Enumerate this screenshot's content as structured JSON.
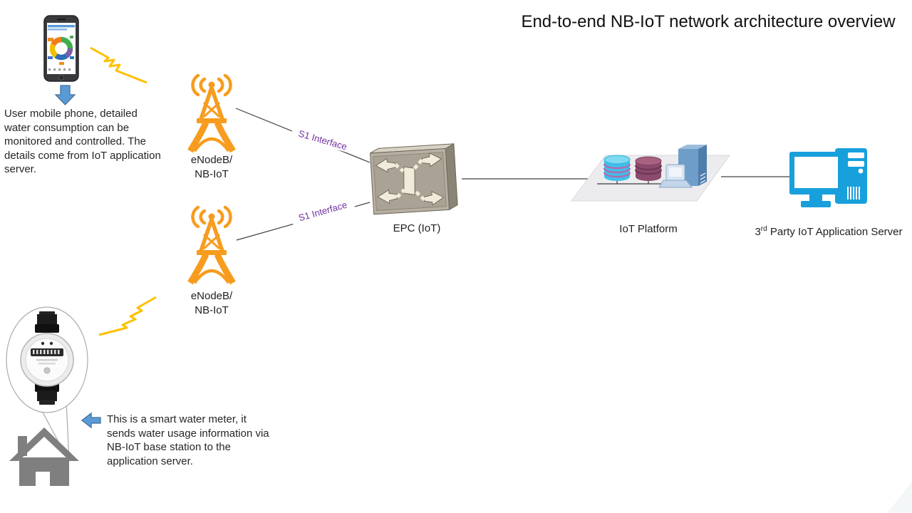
{
  "title": "End-to-end NB-IoT network architecture overview",
  "labels": {
    "tower_top_line1": "eNodeB/",
    "tower_top_line2": "NB-IoT",
    "tower_bottom_line1": "eNodeB/",
    "tower_bottom_line2": "NB-IoT",
    "epc": "EPC (IoT)",
    "platform": "IoT Platform",
    "server_num": "3",
    "server_ordinal": "rd",
    "server_rest": " Party IoT Application Server",
    "s1_top": "S1 Interface",
    "s1_bottom": "S1 Interface"
  },
  "notes": {
    "phone_line1": "User mobile phone, detailed",
    "phone_line2": "water consumption can be",
    "phone_line3": "monitored and controlled. The",
    "phone_line4": "details come from IoT application",
    "phone_line5": "server.",
    "meter_line1": "This is a smart water meter, it",
    "meter_line2": "sends water usage information via",
    "meter_line3": "NB-IoT base station to the",
    "meter_line4": "application server."
  },
  "icons": {
    "smartphone": "smartphone with water-usage donut chart app",
    "down_arrow": "blue arrow pointing down",
    "left_arrow": "blue arrow pointing left",
    "cell_tower": "orange NB-IoT radio base station tower",
    "lightning": "yellow zigzag radio link",
    "epc_switch": "3D tan core switch with crossing arrows",
    "iot_platform": "platform with databases, workstation and server",
    "desktop_server": "blue desktop computer with tower",
    "water_meter": "smart water meter photo in callout balloon",
    "house": "gray house"
  },
  "colors": {
    "tower_orange": "#F79C1E",
    "s1_purple": "#7030A0",
    "arrow_blue": "#5B9BD5",
    "arrow_blue_border": "#41719C",
    "lightning_yellow": "#FFC000",
    "epc_tan": "#B6AFA2",
    "epc_arrow_cream": "#F1EBD9",
    "server_blue": "#18A0DC",
    "house_gray": "#7F7F7F",
    "db_cyan": "#3FC0EA",
    "db_maroon": "#8C4A6D",
    "connector_gray": "#404040",
    "text": "#1F1F1F"
  }
}
